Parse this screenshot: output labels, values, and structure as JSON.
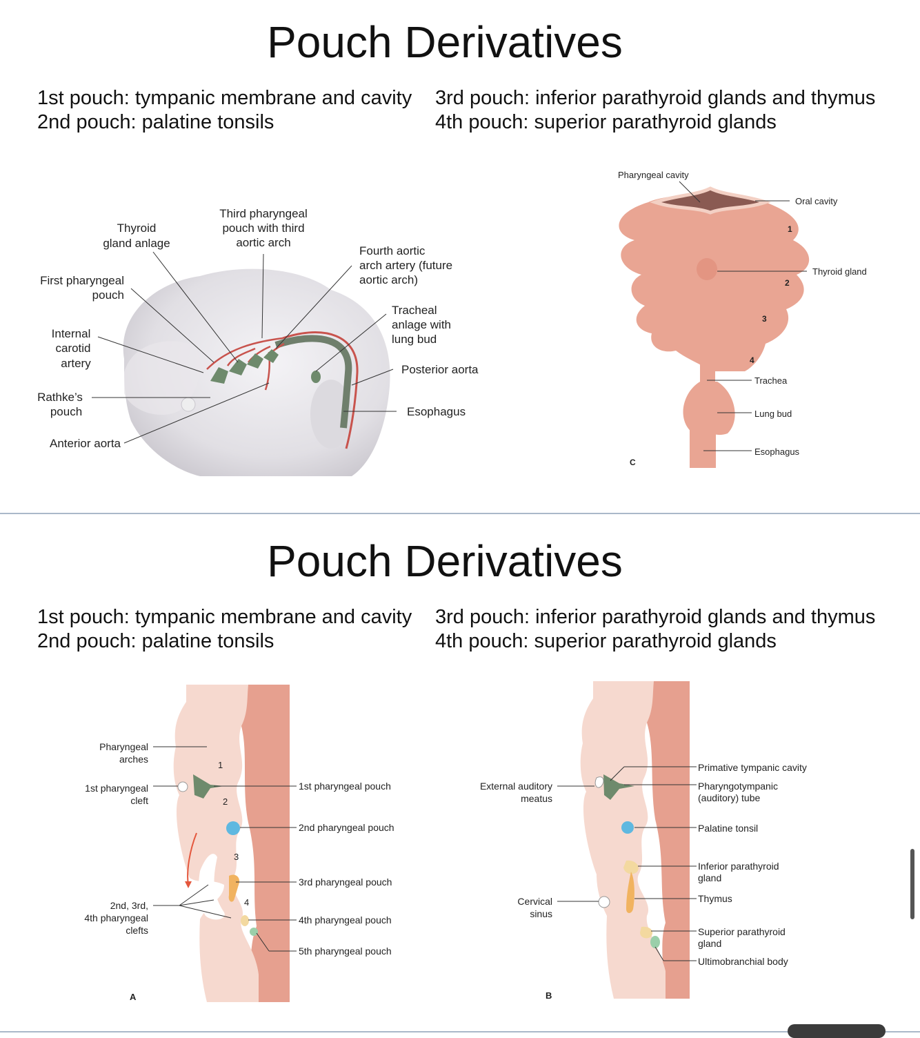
{
  "slides": [
    {
      "title": "Pouch Derivatives",
      "facts_left": [
        "1st pouch: tympanic membrane and cavity",
        "2nd pouch: palatine tonsils"
      ],
      "facts_right": [
        "3rd pouch: inferior parathyroid glands and thymus",
        "4th pouch: superior parathyroid glands"
      ],
      "figure_embryo": {
        "labels": {
          "thyroid_1": "Thyroid",
          "thyroid_2": "gland anlage",
          "third_1": "Third pharyngeal",
          "third_2": "pouch with third",
          "third_3": "aortic arch",
          "fourth_1": "Fourth aortic",
          "fourth_2": "arch artery (future",
          "fourth_3": "aortic arch)",
          "first_1": "First pharyngeal",
          "first_2": "pouch",
          "tracheal_1": "Tracheal",
          "tracheal_2": "anlage with",
          "tracheal_3": "lung bud",
          "internal_1": "Internal",
          "internal_2": "carotid",
          "internal_3": "artery",
          "posterior": "Posterior aorta",
          "rathke_1": "Rathke’s",
          "rathke_2": "pouch",
          "esophagus": "Esophagus",
          "anterior": "Anterior aorta"
        }
      },
      "figure_floor": {
        "labels": {
          "pharyngeal_cavity": "Pharyngeal cavity",
          "oral_cavity": "Oral cavity",
          "thyroid_gland": "Thyroid gland",
          "trachea": "Trachea",
          "lung_bud": "Lung bud",
          "esophagus": "Esophagus",
          "n1": "1",
          "n2": "2",
          "n3": "3",
          "n4": "4",
          "panel": "C"
        }
      }
    },
    {
      "title": "Pouch Derivatives",
      "facts_left": [
        "1st pouch: tympanic membrane and cavity",
        "2nd pouch: palatine tonsils"
      ],
      "facts_right": [
        "3rd pouch: inferior parathyroid glands and thymus",
        "4th pouch: superior parathyroid glands"
      ],
      "figure_a": {
        "labels": {
          "arches_1": "Pharyngeal",
          "arches_2": "arches",
          "cleft_1": "1st pharyngeal",
          "cleft_2": "cleft",
          "clefts_1": "2nd, 3rd,",
          "clefts_2": "4th pharyngeal",
          "clefts_3": "clefts",
          "p1": "1st pharyngeal pouch",
          "p2": "2nd pharyngeal pouch",
          "p3": "3rd pharyngeal pouch",
          "p4": "4th pharyngeal pouch",
          "p5": "5th pharyngeal pouch",
          "n1": "1",
          "n2": "2",
          "n3": "3",
          "n4": "4",
          "panel": "A"
        }
      },
      "figure_b": {
        "labels": {
          "ext_1": "External auditory",
          "ext_2": "meatus",
          "cerv_1": "Cervical",
          "cerv_2": "sinus",
          "tympanic": "Primative tympanic cavity",
          "tube_1": "Pharyngotympanic",
          "tube_2": "(auditory) tube",
          "tonsil": "Palatine tonsil",
          "inf_1": "Inferior parathyroid",
          "inf_2": "gland",
          "thymus": "Thymus",
          "sup_1": "Superior parathyroid",
          "sup_2": "gland",
          "ultimo": "Ultimobranchial body",
          "panel": "B"
        }
      }
    }
  ],
  "colors": {
    "tissue": "#f6d9cf",
    "tissue_dark": "#e9a08f",
    "mesoderm": "#d9826f",
    "pouch_green": "#6e8a6c",
    "tonsil_blue": "#5fb8e0",
    "parathyroid_yellow": "#f3d9a0",
    "thymus_orange": "#f1b360",
    "floor_salmon": "#e9a593",
    "embryo_gray": "#e4e2e6",
    "artery_red": "#c8534d"
  }
}
